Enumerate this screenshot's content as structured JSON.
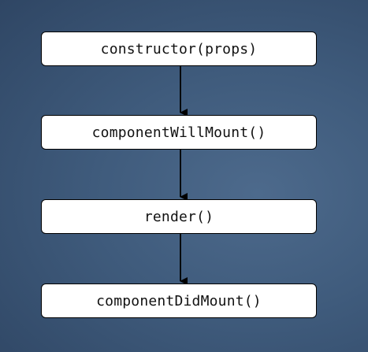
{
  "flow": {
    "nodes": [
      {
        "label": "constructor(props)"
      },
      {
        "label": "componentWillMount()"
      },
      {
        "label": "render()"
      },
      {
        "label": "componentDidMount()"
      }
    ]
  },
  "colors": {
    "background": "#3f5b7c",
    "box_fill": "#ffffff",
    "box_border": "#000000",
    "arrow": "#000000"
  },
  "icons": [
    "arrow-down-icon"
  ]
}
